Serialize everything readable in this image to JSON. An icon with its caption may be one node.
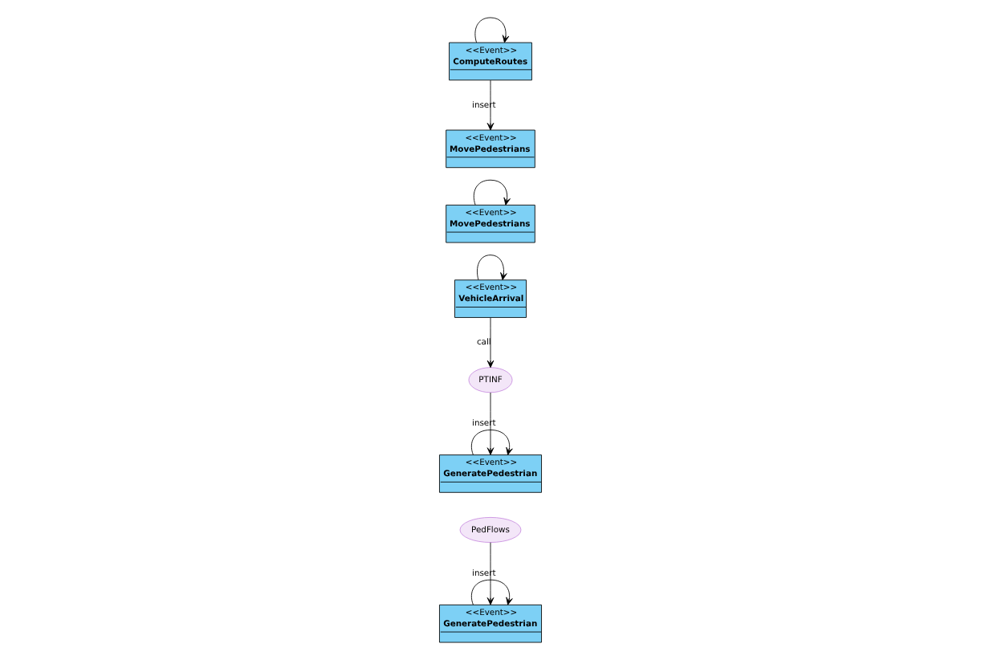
{
  "diagram": {
    "nodes": [
      {
        "text": [
          "PedFlows"
        ]
      },
      {
        "text": [
          "<<Event>>",
          "GeneratePedestrian"
        ]
      },
      {
        "text": [
          "<<Event>>",
          "VehicleArrival"
        ]
      },
      {
        "text": [
          "PTINF"
        ]
      },
      {
        "text": [
          "<<Event>>",
          "GeneratePedestrian"
        ]
      },
      {
        "text": [
          "<<Event>>",
          "MovePedestrians"
        ]
      },
      {
        "text": [
          "<<Event>>",
          "ComputeRoutes"
        ]
      },
      {
        "text": [
          "<<Event>>",
          "MovePedestrians"
        ]
      }
    ],
    "edges": [
      {
        "from": 0,
        "to": 1,
        "arrow": "to",
        "label": "insert"
      },
      {
        "from": 1,
        "to": 1,
        "arrow": "to"
      },
      {
        "from": 2,
        "to": 3,
        "arrow": "to",
        "label": "call"
      },
      {
        "from": 2,
        "to": 2,
        "arrow": "to"
      },
      {
        "from": 3,
        "to": 4,
        "arrow": "to",
        "label": "insert"
      },
      {
        "from": 4,
        "to": 4,
        "arrow": "to"
      },
      {
        "from": 5,
        "to": 5,
        "arrow": "to"
      },
      {
        "from": 6,
        "to": 7,
        "arrow": "to",
        "label": "insert"
      },
      {
        "from": 6,
        "to": 6,
        "arrow": "to"
      }
    ]
  }
}
